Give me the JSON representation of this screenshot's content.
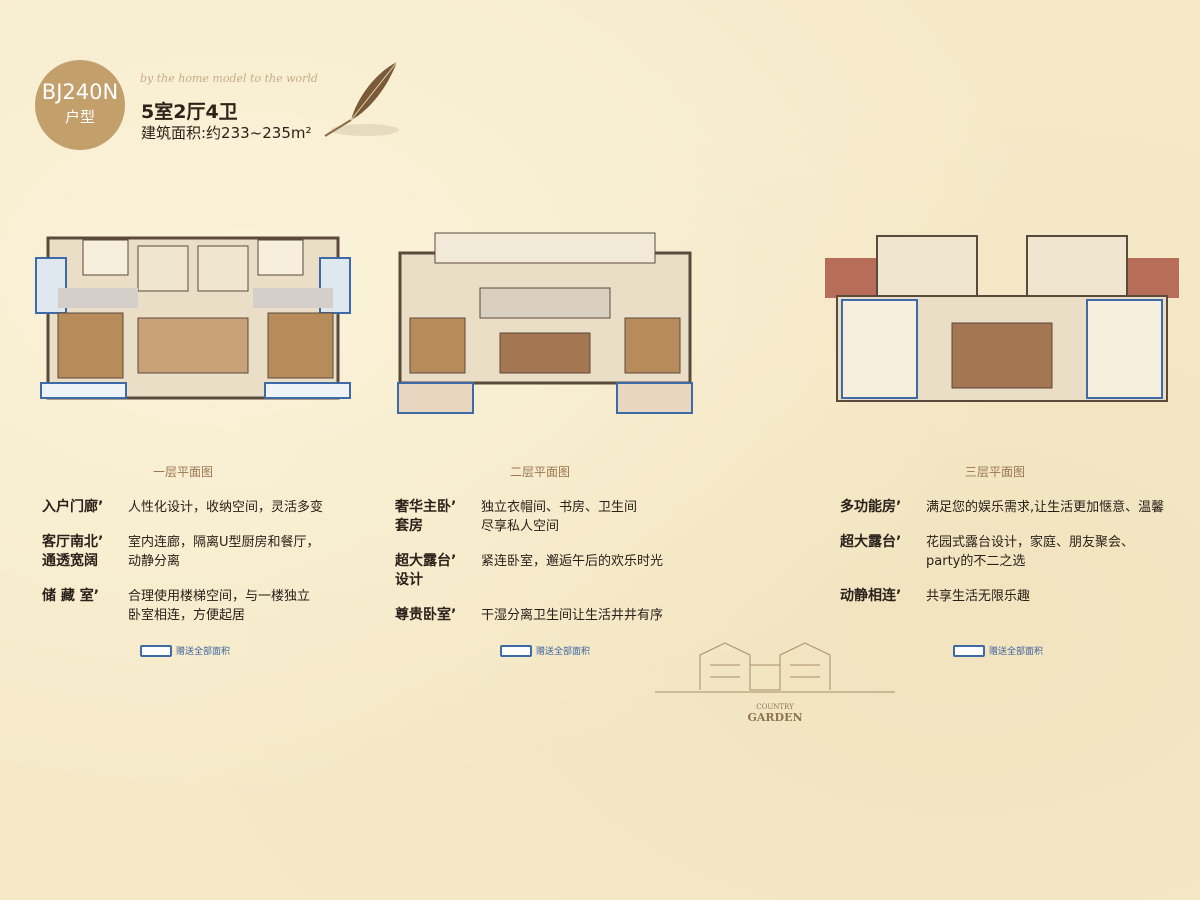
{
  "header": {
    "model_code": "BJ240N",
    "model_type": "户型",
    "slogan": "by the home model to the world",
    "rooms": "5室2厅4卫",
    "area": "建筑面积:约233~235m²"
  },
  "floors": [
    {
      "title": "一层平面图",
      "features": [
        {
          "key": "入户门廊’",
          "value": "人性化设计，收纳空间，灵活多变"
        },
        {
          "key": "客厅南北’\n通透宽阔",
          "value": "室内连廊，隔离U型厨房和餐厅，\n动静分离"
        },
        {
          "key": "储 藏 室’",
          "value": "合理使用楼梯空间，与一楼独立\n卧室相连，方便起居"
        }
      ],
      "legend": "赠送全部面积"
    },
    {
      "title": "二层平面图",
      "features": [
        {
          "key": "奢华主卧’\n套房",
          "value": "独立衣帽间、书房、卫生间\n尽享私人空间"
        },
        {
          "key": "超大露台’\n设计",
          "value": "紧连卧室，邂逅午后的欢乐时光"
        },
        {
          "key": "尊贵卧室’",
          "value": "干湿分离卫生间让生活井井有序"
        }
      ],
      "legend": "赠送全部面积"
    },
    {
      "title": "三层平面图",
      "features": [
        {
          "key": "多功能房’",
          "value": "满足您的娱乐需求,让生活更加惬意、温馨"
        },
        {
          "key": "超大露台’",
          "value": "花园式露台设计，家庭、朋友聚会、\nparty的不二之选"
        },
        {
          "key": "动静相连’",
          "value": "共享生活无限乐趣"
        }
      ],
      "legend": "赠送全部面积"
    }
  ],
  "logo": {
    "line1": "COUNTRY",
    "line2": "GARDEN"
  },
  "colors": {
    "badge": "#c39f6c",
    "legend": "#3e6aa8",
    "wall": "#5a4a3c",
    "floor": "#e9dcc0",
    "wood": "#a8744a"
  }
}
